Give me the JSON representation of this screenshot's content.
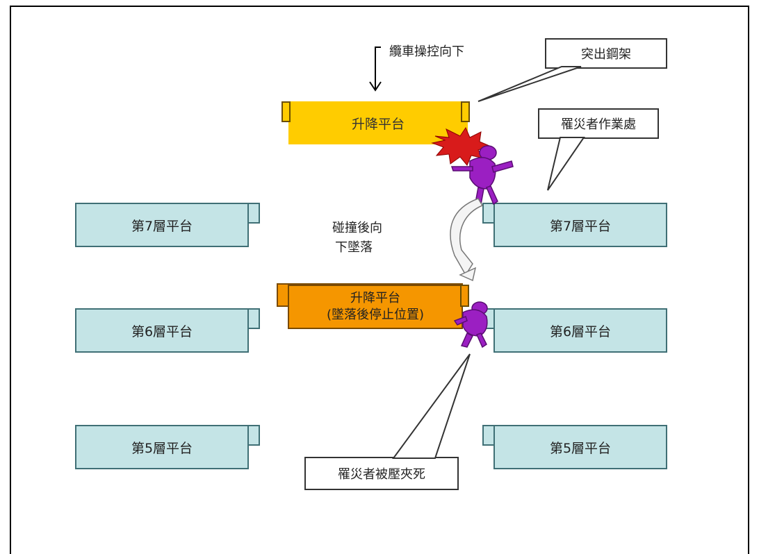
{
  "labels": {
    "operator_action": "纜車操控向下",
    "collision_fall": [
      "碰撞後向",
      "下墜落"
    ]
  },
  "callouts": {
    "protruding_frame": "突出鋼架",
    "victim_working": "罹災者作業處",
    "victim_crushed": "罹災者被壓夾死"
  },
  "lift_platforms": {
    "top": "升降平台",
    "bottom_line1": "升降平台",
    "bottom_line2": "(墜落後停止位置)"
  },
  "floors_left": {
    "f7": "第7層平台",
    "f6": "第6層平台",
    "f5": "第5層平台"
  },
  "floors_right": {
    "f7": "第7層平台",
    "f6": "第6層平台",
    "f5": "第5層平台"
  },
  "colors": {
    "floor_fill": "#c4e4e6",
    "lift_top": "#ffcc00",
    "lift_bottom": "#f59600",
    "worker": "#9b1fc2",
    "impact": "#d81b1b"
  }
}
